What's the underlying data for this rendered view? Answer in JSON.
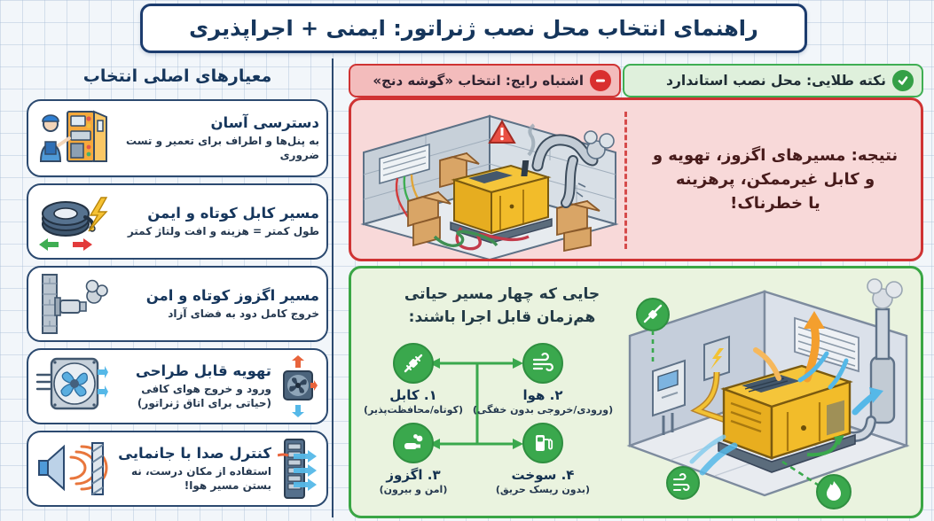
{
  "title": "راهنمای انتخاب محل نصب ژنراتور: ایمنی + اجراپذیری",
  "sidebar": {
    "heading": "معیارهای اصلی انتخاب",
    "items": [
      {
        "title": "دسترسی آسان",
        "subtitle": "به پنل‌ها و اطراف برای تعمیر و تست ضروری",
        "icon": "technician-control-panel-icon"
      },
      {
        "title": "مسیر کابل کوتاه و ایمن",
        "subtitle": "طول کمتر = هزینه و افت ولتاژ کمتر",
        "icon": "cable-coil-lightning-icon"
      },
      {
        "title": "مسیر اگزوز کوتاه و امن",
        "subtitle": "خروج کامل دود به فضای آزاد",
        "icon": "exhaust-through-wall-icon"
      },
      {
        "title": "تهویه قابل طراحی",
        "subtitle": "ورود و خروج هوای کافی (حیاتی برای اتاق ژنراتور)",
        "icon": "ventilation-fan-icon"
      },
      {
        "title": "کنترل صدا با جانمایی",
        "subtitle": "استفاده از مکان درست، نه بستن مسیر هوا!",
        "icon": "speaker-sound-barrier-icon"
      }
    ]
  },
  "mistake": {
    "badge": "اشتباه رایج: انتخاب «گوشه دنج»",
    "badge_icon": "minus-circle-icon",
    "result_lines": [
      "نتیجه: مسیرهای اگزوز، تهویه و",
      "و کابل غیرممکن، پرهزینه",
      "یا خطرناک!"
    ],
    "illustration": "generator-cluttered-corner-boxes-tangled-cables"
  },
  "standard": {
    "badge": "نکته طلایی: محل نصب استاندارد",
    "badge_icon": "check-circle-icon"
  },
  "solution": {
    "heading_lines": [
      "جایی که چهار مسیر حیاتی",
      "هم‌زمان قابل اجرا باشند:"
    ],
    "paths": [
      {
        "title": "۱. کابل",
        "subtitle": "(کوتاه/محافظت‌پذیر)",
        "icon": "plug-cable-icon"
      },
      {
        "title": "۲. هوا",
        "subtitle": "(ورودی/خروجی بدون خفگی)",
        "icon": "wind-icon"
      },
      {
        "title": "۳. اگزوز",
        "subtitle": "(امن و بیرون)",
        "icon": "exhaust-pipe-icon"
      },
      {
        "title": "۴. سوخت",
        "subtitle": "(بدون ریسک حریق)",
        "icon": "fuel-pump-icon"
      }
    ],
    "illustration": "standard-generator-room-with-airflow-exhaust-fuel-cable"
  },
  "colors": {
    "navy": "#1c3c6e",
    "card_border": "#2c4a70",
    "red": "#cf3333",
    "pink_bg": "#f8d9d9",
    "chip_pink": "#f3bcbc",
    "maroon_text": "#471b1b",
    "green": "#3aa645",
    "light_green_bg": "#eaf3df",
    "chip_green": "#dff0dc",
    "badge_green": "#3aa84d",
    "generator_yellow": "#f2c233",
    "orange_arrow": "#f49f2e",
    "blue_arrow": "#55b8e8"
  }
}
